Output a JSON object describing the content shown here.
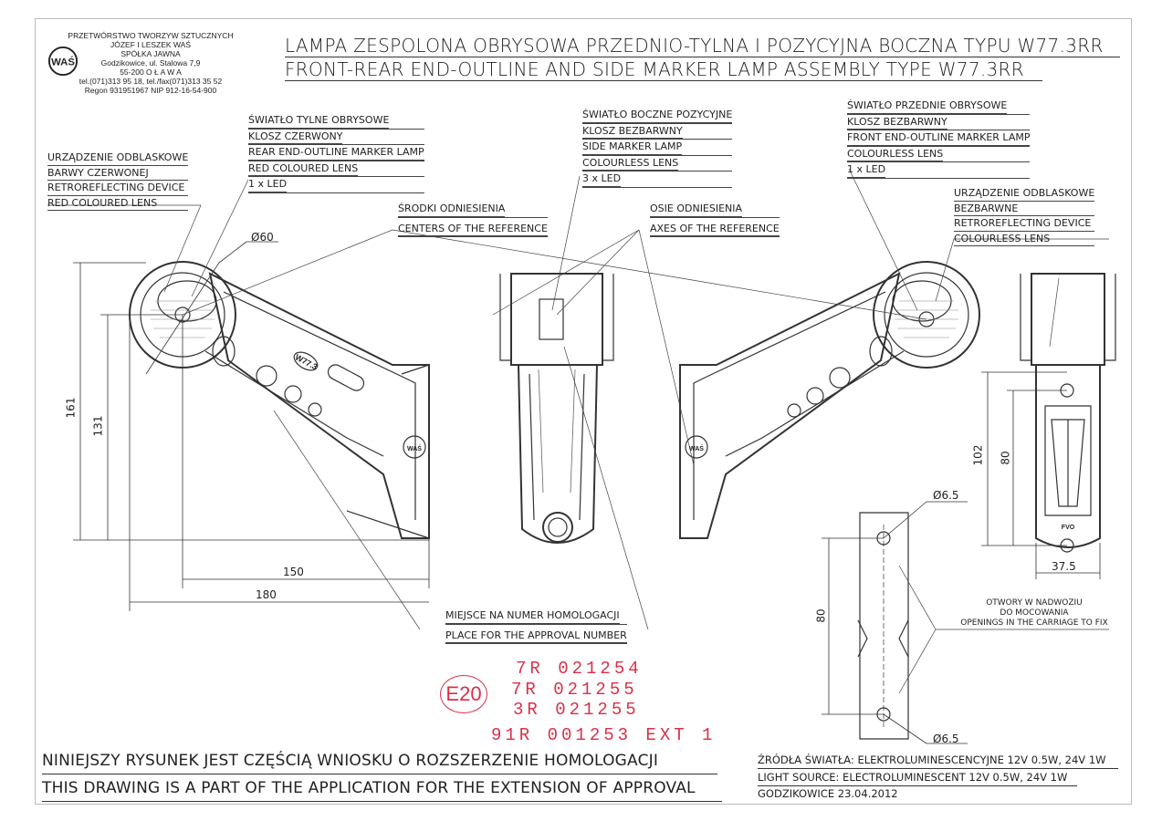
{
  "company": {
    "lines": [
      "PRZETWÓRSTWO TWORZYW SZTUCZNYCH",
      "JÓZEF I LESZEK WAŚ",
      "SPÓŁKA JAWNA",
      "Godzikowice, ul. Stalowa 7,9",
      "55-200  O Ł A W A",
      "tel.(071)313 95 18, tel./fax(071)313 35 52",
      "Regon 931951967 NIP 912-16-54-900"
    ],
    "logo_text": "WAŚ"
  },
  "title": {
    "pl": "LAMPA ZESPOLONA OBRYSOWA PRZEDNIO-TYLNA I POZYCYJNA BOCZNA TYPU W77.3RR",
    "en": "FRONT-REAR END-OUTLINE AND SIDE MARKER LAMP ASSEMBLY TYPE W77.3RR"
  },
  "labels": {
    "rear_lamp": [
      "ŚWIATŁO TYLNE OBRYSOWE",
      "KLOSZ  CZERWONY",
      "REAR END-OUTLINE MARKER LAMP",
      "RED COLOURED  LENS",
      "1 x LED"
    ],
    "retro_red": [
      "URZĄDZENIE ODBLASKOWE",
      "BARWY CZERWONEJ",
      "RETROREFLECTING DEVICE",
      "RED COLOURED LENS"
    ],
    "side_lamp": [
      "ŚWIATŁO BOCZNE POZYCYJNE",
      "KLOSZ BEZBARWNY",
      "SIDE MARKER LAMP",
      "COLOURLESS LENS",
      "3 x LED"
    ],
    "front_lamp": [
      "ŚWIATŁO PRZEDNIE OBRYSOWE",
      "KLOSZ BEZBARWNY",
      "FRONT END-OUTLINE MARKER LAMP",
      "COLOURLESS LENS",
      "1 x LED"
    ],
    "retro_colourless": [
      "URZĄDZENIE ODBLASKOWE",
      "BEZBARWNE",
      "RETROREFLECTING DEVICE",
      "COLOURLESS LENS"
    ],
    "centers": [
      "ŚRODKI ODNIESIENIA",
      "CENTERS OF THE REFERENCE"
    ],
    "axes": [
      "OSIE ODNIESIENIA",
      "AXES OF THE REFERENCE"
    ],
    "approval_place": [
      "MIEJSCE NA NUMER HOMOLOGACJI",
      "PLACE FOR THE APPROVAL NUMBER"
    ],
    "openings": [
      "OTWORY W NADWOZIU",
      "DO MOCOWANIA",
      "OPENINGS IN THE CARRIAGE TO FIX"
    ],
    "arm_badge": "W77.3",
    "brand_badge": "WAŚ",
    "pvo": "FVO"
  },
  "dimensions": {
    "diameter": "Ø60",
    "d161": "161",
    "d131": "131",
    "d150": "150",
    "d180": "180",
    "d102": "102",
    "d80a": "80",
    "d37": "37.5",
    "d80b": "80",
    "hole1": "Ø6.5",
    "hole2": "Ø6.5"
  },
  "stamp": {
    "e_mark": "E20",
    "lines": [
      "7R  021254",
      "7R  021255",
      "3R  021255"
    ],
    "ext": "91R  001253  EXT 1"
  },
  "footer": {
    "pl": "NINIEJSZY RYSUNEK JEST CZĘŚCIĄ WNIOSKU O  ROZSZERZENIE  HOMOLOGACJI",
    "en": "THIS DRAWING IS A PART OF THE APPLICATION FOR THE EXTENSION OF APPROVAL",
    "source_pl": "ŹRÓDŁA ŚWIATŁA: ELEKTROLUMINESCENCYJNE  12V  0.5W, 24V  1W",
    "source_en": "LIGHT SOURCE: ELECTROLUMINESCENT  12V  0.5W, 24V  1W",
    "date": "GODZIKOWICE 23.04.2012"
  },
  "colors": {
    "ink": "#222222",
    "stamp": "#d8304a"
  }
}
